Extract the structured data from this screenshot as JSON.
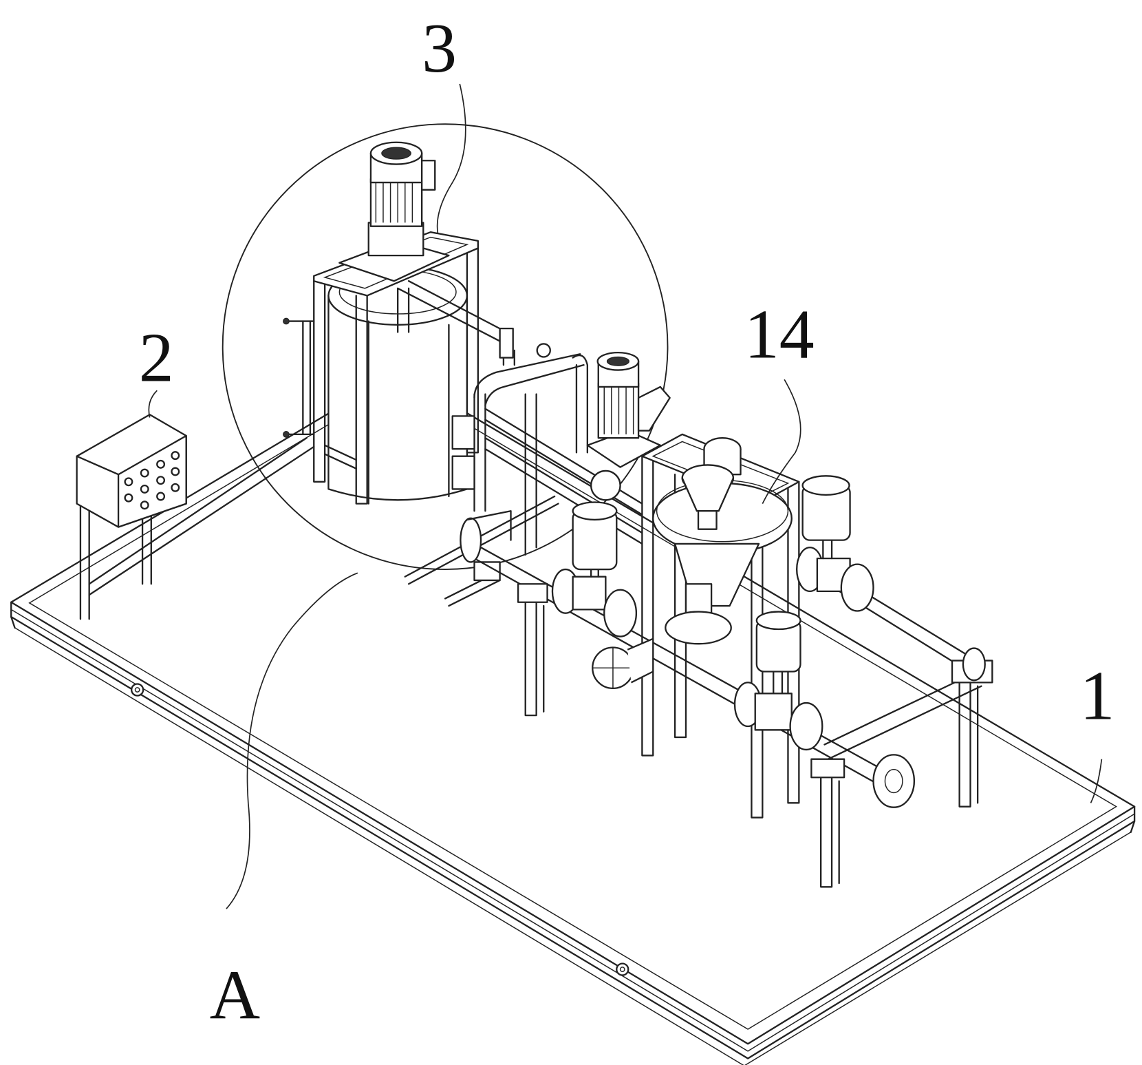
{
  "figure": {
    "labels": {
      "base_frame": "1",
      "control_box": "2",
      "mixing_tank": "3",
      "filter": "14",
      "detail_view": "A"
    },
    "colors": {
      "line": "#222222",
      "background": "#ffffff"
    }
  }
}
